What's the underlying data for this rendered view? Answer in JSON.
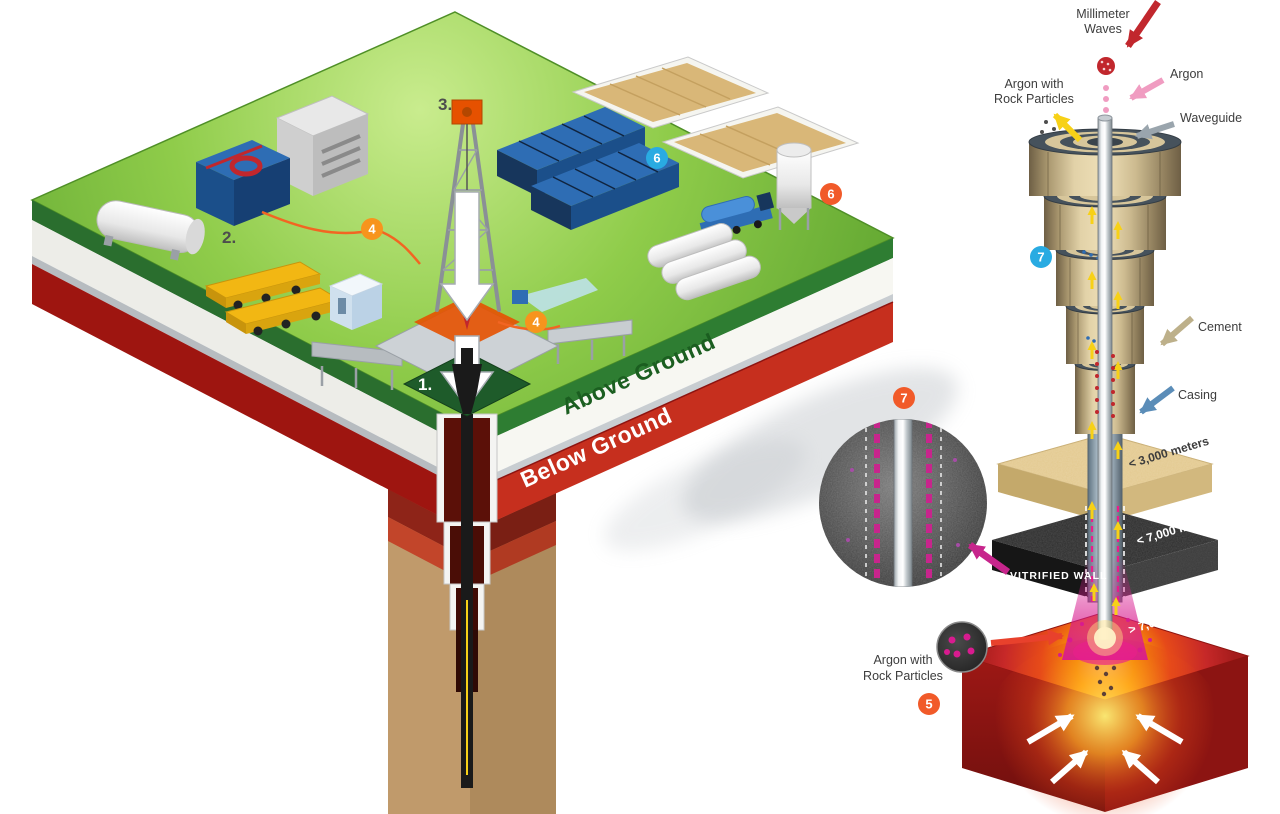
{
  "colors": {
    "grass_green": "#7CBE3A",
    "band_red": "#C62F1E",
    "soil_tan": "#B5916A",
    "magma_red": "#C1272D",
    "magenta": "#C7258C",
    "badge_orange": "#F7941D",
    "badge_teal": "#29ABE2",
    "badge_red_orange": "#F15A29",
    "badge_blue": "#29ABE2",
    "casing_tan": "#D8C79C",
    "casing_blue": "#5B8DB8",
    "argon_pink": "#F09CC1",
    "arrow_yellow": "#F7D117"
  },
  "left": {
    "above_ground": "Above Ground",
    "below_ground": "Below Ground",
    "num1": "1.",
    "num2": "2.",
    "num3": "3.",
    "badge4_a": "4",
    "badge4_b": "4",
    "badge6_teal": "6",
    "badge6_red": "6"
  },
  "right": {
    "millimeter_line1": "Millimeter",
    "millimeter_line2": "Waves",
    "argon": "Argon",
    "waveguide": "Waveguide",
    "argon_rock_top1": "Argon with",
    "argon_rock_top2": "Rock Particles",
    "cement": "Cement",
    "casing": "Casing",
    "depth_3000": "< 3,000 meters",
    "depth_7000": "< 7,000 meters",
    "depth_gt7000": "> 7,000 meters",
    "vitrified": "VITRIFIED WALL",
    "argon_rock_bottom1": "Argon with",
    "argon_rock_bottom2": "Rock Particles",
    "badge7_blue": "7",
    "badge7_red": "7",
    "badge5": "5"
  }
}
